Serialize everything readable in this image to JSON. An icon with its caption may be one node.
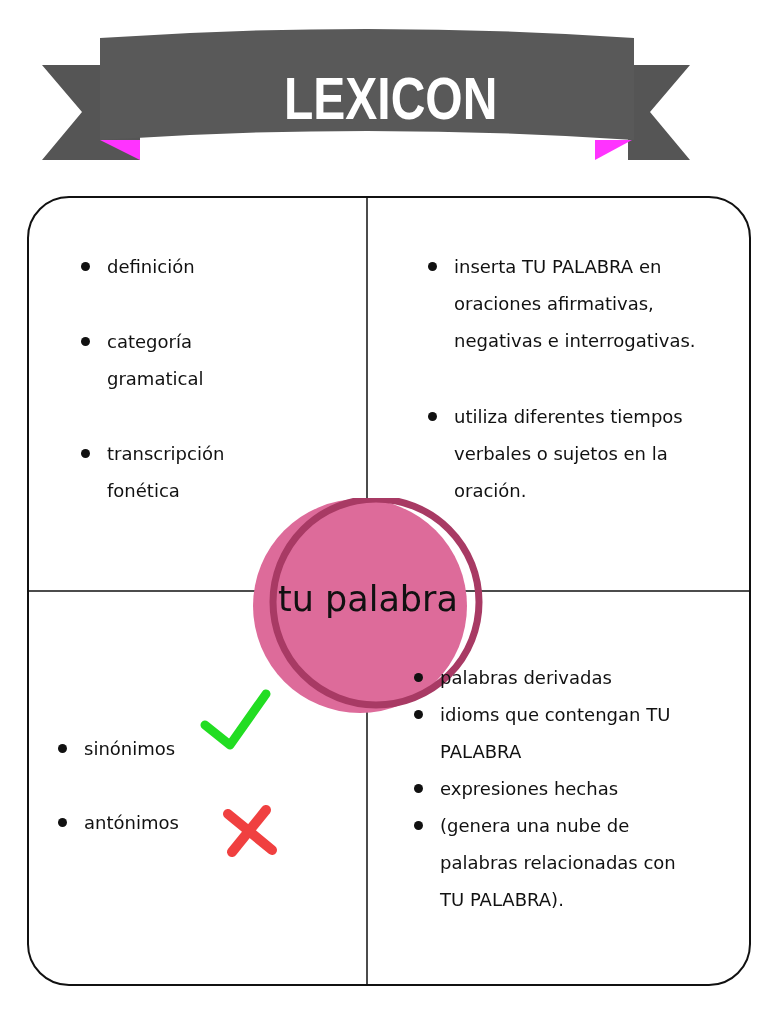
{
  "diagram": {
    "title": "LEXICON",
    "nodes": [
      {
        "text": [],
        "shape": "box"
      },
      {
        "text": [
          "definición",
          "categoría gramatical",
          "transcripción fonética"
        ],
        "in": 0
      },
      {
        "text": [
          "inserta TU PALABRA en oraciones afirmativas, negativas e interrogativas.",
          "utiliza diferentes tiempos verbales o sujetos en la oración."
        ],
        "in": 0
      },
      {
        "text": [
          "tu palabra"
        ],
        "in": 0
      },
      {
        "text": [
          "sinónimos",
          "antónimos"
        ],
        "in": 0
      },
      {
        "text": [
          "palabras derivadas",
          "idioms que contengan TU PALABRA",
          "expresiones hechas",
          "(genera una nube de palabras relacionadas con TU PALABRA)."
        ],
        "in": 0
      }
    ],
    "edges": []
  }
}
